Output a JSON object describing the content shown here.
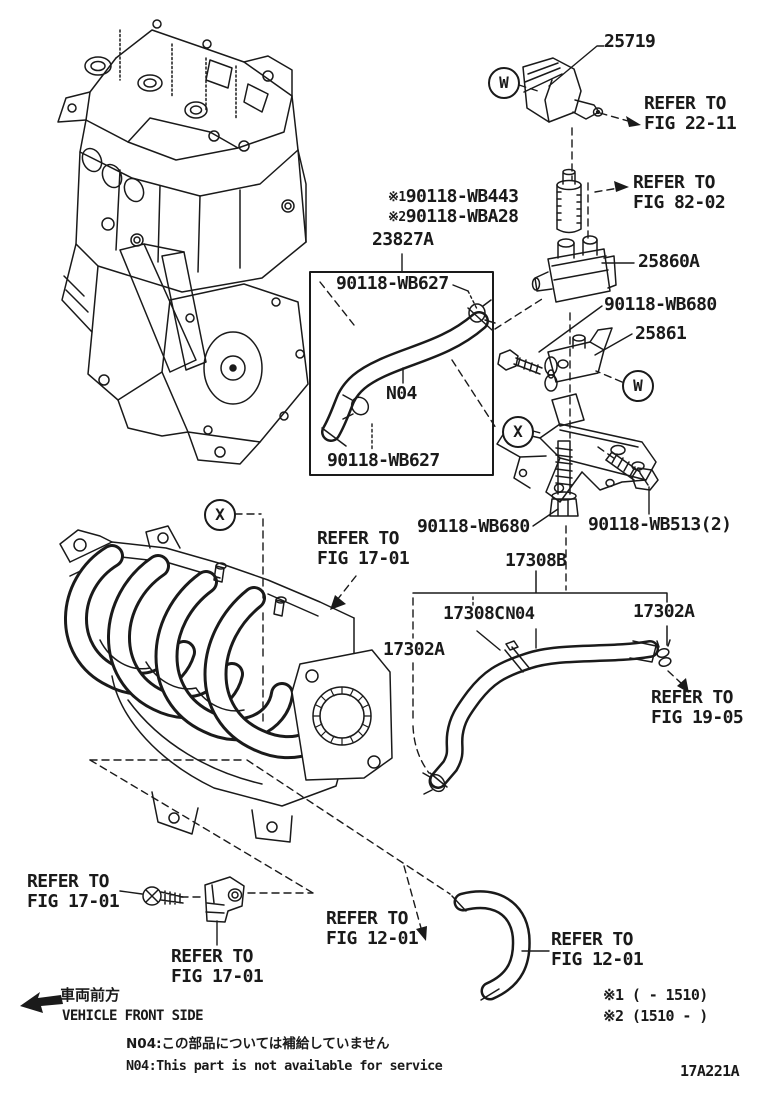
{
  "figure": {
    "code": "17A221A",
    "background": "#ffffff",
    "line_color": "#1a1a1a"
  },
  "callouts": {
    "w_top": "W",
    "w_mid": "W",
    "x_mid": "X",
    "x_left": "X"
  },
  "parts": {
    "p25719": "25719",
    "p23827a": "23827A",
    "wb443_prefix": "※1",
    "wb443": "90118-WB443",
    "wba28_prefix": "※2",
    "wba28": "90118-WBA28",
    "wb627_top": "90118-WB627",
    "wb627_bottom": "90118-WB627",
    "n04_box": "N04",
    "p25860a": "25860A",
    "wb680_upper": "90118-WB680",
    "p25861": "25861",
    "wb680_lower": "90118-WB680",
    "wb513": "90118-WB513(2)",
    "p17308b": "17308B",
    "p17308c": "17308C",
    "n04_hose": "N04",
    "p17302a_right": "17302A",
    "p17302a_left": "17302A"
  },
  "references": {
    "fig_22_11": "REFER TO\nFIG 22-11",
    "fig_82_02": "REFER TO\nFIG 82-02",
    "fig_17_01_mid": "REFER TO\nFIG 17-01",
    "fig_19_05": "REFER TO\nFIG 19-05",
    "fig_17_01_bottom1": "REFER TO\nFIG 17-01",
    "fig_17_01_bottom2": "REFER TO\nFIG 17-01",
    "fig_12_01_left": "REFER TO\nFIG 12-01",
    "fig_12_01_right": "REFER TO\nFIG 12-01"
  },
  "footnotes": {
    "applicability_1": "※1 (      - 1510)",
    "applicability_2": "※2 (1510 -      )",
    "direction_jp": "車両前方",
    "direction_en": "VEHICLE FRONT SIDE",
    "n04_note_jp": "N04:この部品については補給していません",
    "n04_note_en": "N04:This part is not available for service"
  }
}
